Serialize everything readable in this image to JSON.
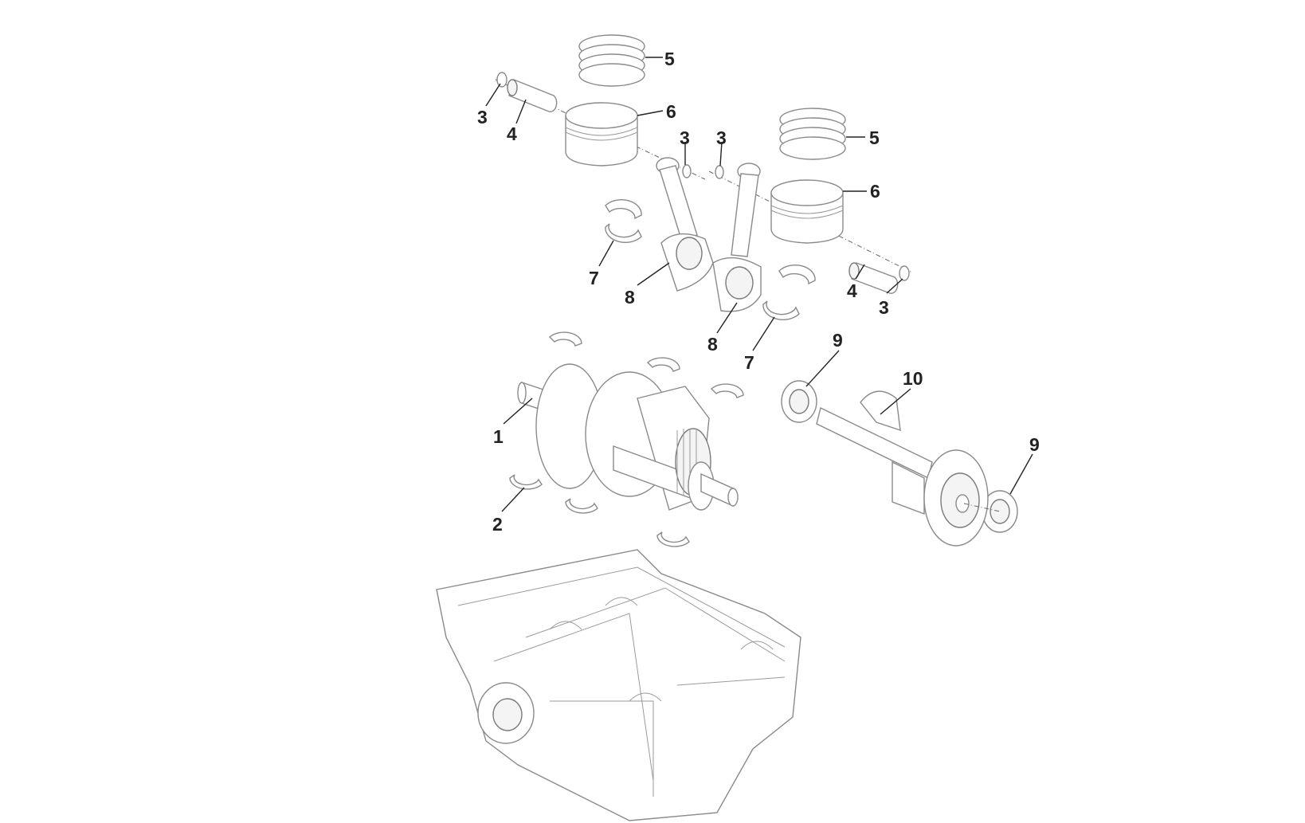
{
  "diagram": {
    "type": "exploded-parts-view",
    "callouts": [
      "1",
      "2",
      "3",
      "4",
      "5",
      "6",
      "7",
      "8",
      "9",
      "10"
    ],
    "labels": {
      "l5a": "5",
      "l3a": "3",
      "l4a": "4",
      "l6a": "6",
      "l3b": "3",
      "l3c": "3",
      "l5b": "5",
      "l6b": "6",
      "l7a": "7",
      "l8a": "8",
      "l4b": "4",
      "l3d": "3",
      "l8b": "8",
      "l7b": "7",
      "l9a": "9",
      "l10": "10",
      "l9b": "9",
      "l1": "1",
      "l2": "2"
    }
  }
}
